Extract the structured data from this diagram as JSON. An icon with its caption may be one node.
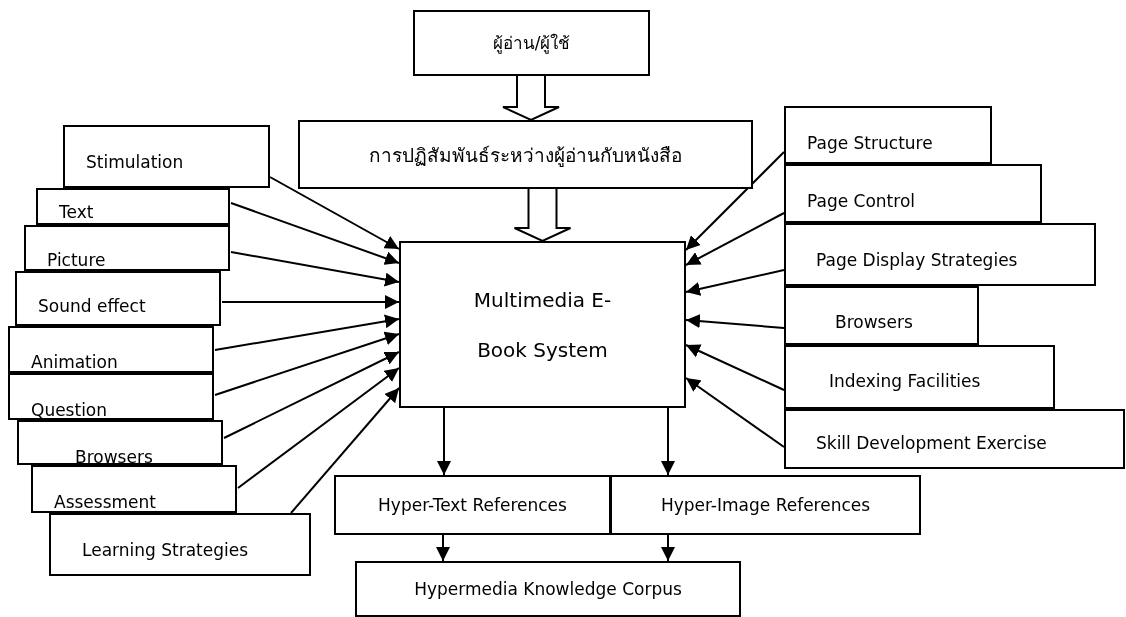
{
  "diagram": {
    "nodes": [
      {
        "text": [
          "ผู้อ่าน/ผู้ใช้"
        ]
      },
      {
        "text": [
          "การปฏิสัมพันธ์ระหว่างผู้อ่านกับหนังสือ"
        ]
      },
      {
        "text": [
          "Multimedia E-Book System"
        ]
      },
      {
        "text": [
          "Stimulation"
        ]
      },
      {
        "text": [
          "Text"
        ]
      },
      {
        "text": [
          "Picture"
        ]
      },
      {
        "text": [
          "Sound effect"
        ]
      },
      {
        "text": [
          "Animation"
        ]
      },
      {
        "text": [
          "Question"
        ]
      },
      {
        "text": [
          "Browsers"
        ]
      },
      {
        "text": [
          "Assessment"
        ]
      },
      {
        "text": [
          "Learning Strategies"
        ]
      },
      {
        "text": [
          "Page Structure"
        ]
      },
      {
        "text": [
          "Page Control"
        ]
      },
      {
        "text": [
          "Page Display Strategies"
        ]
      },
      {
        "text": [
          "Browsers"
        ]
      },
      {
        "text": [
          "Indexing Facilities"
        ]
      },
      {
        "text": [
          "Skill Development Exercise"
        ]
      },
      {
        "text": [
          "Hyper-Text References"
        ]
      },
      {
        "text": [
          "Hyper-Image References"
        ]
      },
      {
        "text": [
          "Hypermedia Knowledge Corpus"
        ]
      }
    ],
    "edges": [
      {
        "from": 0,
        "to": 1,
        "arrow": "to",
        "style": "thick"
      },
      {
        "from": 1,
        "to": 2,
        "arrow": "to",
        "style": "thick"
      },
      {
        "from": 3,
        "to": 2,
        "arrow": "to"
      },
      {
        "from": 4,
        "to": 2,
        "arrow": "to"
      },
      {
        "from": 5,
        "to": 2,
        "arrow": "to"
      },
      {
        "from": 6,
        "to": 2,
        "arrow": "to"
      },
      {
        "from": 7,
        "to": 2,
        "arrow": "to"
      },
      {
        "from": 8,
        "to": 2,
        "arrow": "to"
      },
      {
        "from": 9,
        "to": 2,
        "arrow": "to"
      },
      {
        "from": 10,
        "to": 2,
        "arrow": "to"
      },
      {
        "from": 11,
        "to": 2,
        "arrow": "to"
      },
      {
        "from": 12,
        "to": 2,
        "arrow": "to"
      },
      {
        "from": 13,
        "to": 2,
        "arrow": "to"
      },
      {
        "from": 14,
        "to": 2,
        "arrow": "to"
      },
      {
        "from": 15,
        "to": 2,
        "arrow": "to"
      },
      {
        "from": 16,
        "to": 2,
        "arrow": "to"
      },
      {
        "from": 17,
        "to": 2,
        "arrow": "to"
      },
      {
        "from": 2,
        "to": 18,
        "arrow": "to"
      },
      {
        "from": 2,
        "to": 19,
        "arrow": "to"
      },
      {
        "from": 18,
        "to": 20,
        "arrow": "to"
      },
      {
        "from": 19,
        "to": 20,
        "arrow": "to"
      }
    ]
  }
}
